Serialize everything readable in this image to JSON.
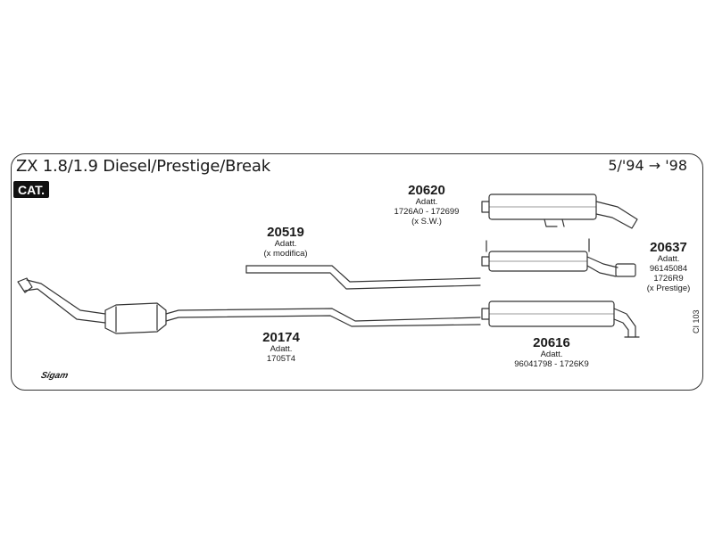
{
  "header": {
    "title": "ZX 1.8/1.9 Diesel/Prestige/Break",
    "years": "5/'94 → '98",
    "cat_badge": "CAT."
  },
  "parts": {
    "p20620": {
      "number": "20620",
      "lines": [
        "Adatt.",
        "1726A0 - 172699",
        "(x S.W.)"
      ]
    },
    "p20519": {
      "number": "20519",
      "lines": [
        "Adatt.",
        "(x modifica)"
      ]
    },
    "p20637": {
      "number": "20637",
      "lines": [
        "Adatt.",
        "96145084",
        "1726R9",
        "(x Prestige)"
      ]
    },
    "p20174": {
      "number": "20174",
      "lines": [
        "Adatt.",
        "1705T4"
      ]
    },
    "p20616": {
      "number": "20616",
      "lines": [
        "Adatt.",
        "96041798 - 1726K9"
      ]
    }
  },
  "footer": {
    "logo_text": "Sigam",
    "code": "CI 103"
  }
}
